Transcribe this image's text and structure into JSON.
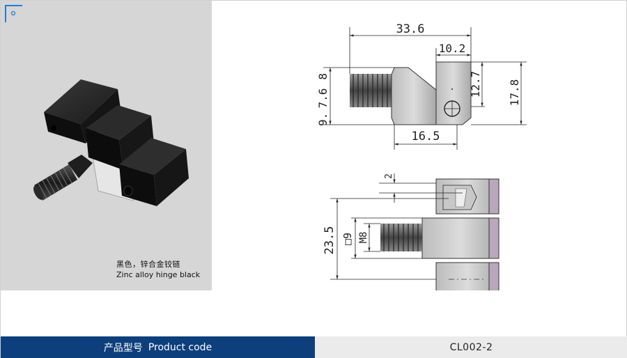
{
  "caption": {
    "chinese": "黑色，锌合金铰链",
    "english": "Zinc alloy hinge black"
  },
  "dimensions": {
    "overall_length": "33.6",
    "block_width": "10.2",
    "thread_offset": "8",
    "pin_offset": "7.6",
    "lower_offset": "9.",
    "block_height": "12.7",
    "total_height": "17.8",
    "base_length": "16.5",
    "pin_spacing": "2",
    "total_width": "23.5",
    "square_size": "□9",
    "thread_size": "M8"
  },
  "footer": {
    "label_chinese": "产品型号",
    "label_english": "Product code",
    "product_code": "CL002-2"
  },
  "colors": {
    "accent": "#0d3f7c",
    "corner": "#1e7fd6",
    "panel": "#d6d6d6"
  }
}
